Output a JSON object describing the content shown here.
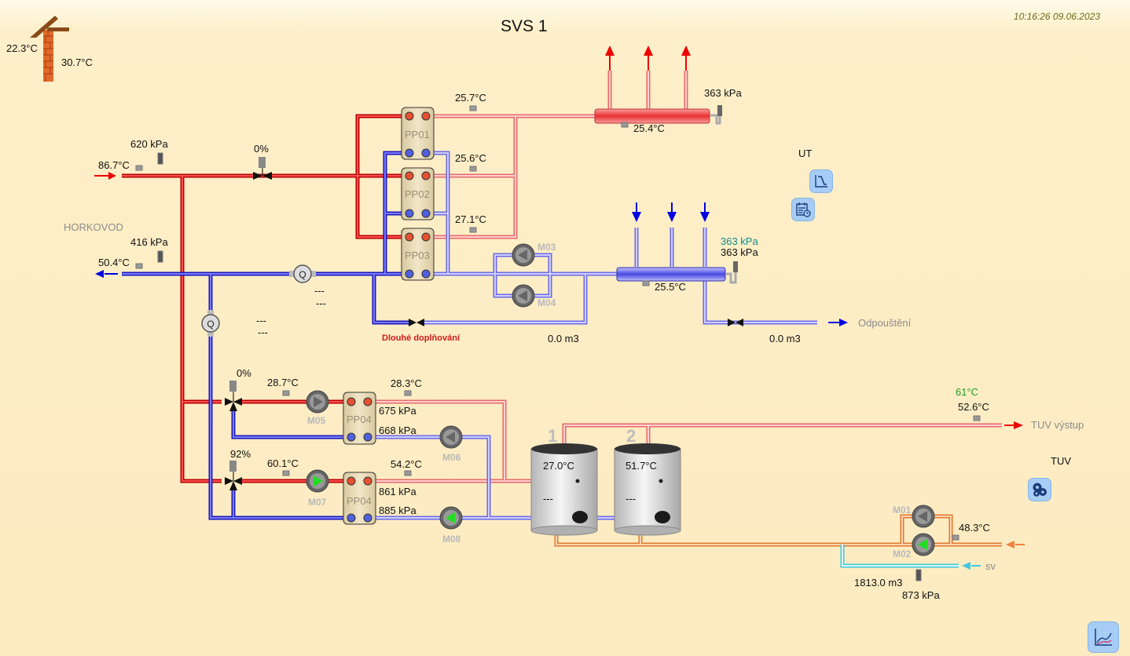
{
  "header": {
    "title": "SVS 1",
    "datetime": "10:16:26 09.06.2023"
  },
  "outdoor": {
    "temp_outside": "22.3°C",
    "temp_chimney": "30.7°C"
  },
  "hot_water_supply": {
    "label": "HORKOVOD",
    "supply_temp": "86.7°C",
    "supply_pressure": "620 kPa",
    "valve_position": "0%",
    "return_temp": "50.4°C",
    "return_pressure": "416 kPa",
    "flow_meter_1_line1": "---",
    "flow_meter_1_line2": "---",
    "flow_meter_2_line1": "---",
    "flow_meter_2_line2": "---"
  },
  "heating": {
    "label": "UT",
    "exchangers": [
      "PP01",
      "PP02",
      "PP03"
    ],
    "pp01_temp": "25.7°C",
    "pp02_temp": "25.6°C",
    "pp03_temp": "27.1°C",
    "supply_header_temp": "25.4°C",
    "supply_header_pressure": "363 kPa",
    "return_header_temp": "25.5°C",
    "return_header_setpoint": "363 kPa",
    "return_header_pressure": "363 kPa",
    "pumps": [
      "M03",
      "M04"
    ],
    "long_refill_label": "Dlouhé doplňování",
    "refill_volume": "0.0 m3",
    "drain_label": "Odpouštění",
    "drain_volume": "0.0 m3"
  },
  "dhw": {
    "label": "TUV",
    "exchanger_1": {
      "name": "PP04",
      "valve": "0%",
      "primary_temp": "28.7°C",
      "secondary_temp": "28.3°C",
      "pressure_out": "675 kPa",
      "pressure_in": "668 kPa",
      "pump_primary": "M05",
      "pump_secondary": "M06"
    },
    "exchanger_2": {
      "name": "PP04",
      "valve": "92%",
      "primary_temp": "60.1°C",
      "secondary_temp": "54.2°C",
      "pressure_out": "861 kPa",
      "pressure_in": "885 kPa",
      "pump_primary": "M07",
      "pump_secondary": "M08"
    },
    "tank_1": {
      "number": "1",
      "temp_top": "27.0°C",
      "temp_bottom": "---"
    },
    "tank_2": {
      "number": "2",
      "temp_top": "51.7°C",
      "temp_bottom": "---"
    },
    "output_setpoint": "61°C",
    "output_temp": "52.6°C",
    "output_label": "TUV výstup",
    "circulation_temp": "48.3°C",
    "circulation_pumps": [
      "M01",
      "M02"
    ],
    "cold_water_label": "sv",
    "cold_water_volume": "1813.0 m3",
    "cold_water_pressure": "873 kPa"
  },
  "colors": {
    "hot": "#e8100f",
    "cold": "#2323e6",
    "hot_light": "#f59a9a",
    "cold_light": "#9a9af5",
    "dhw_circ": "#f0a060",
    "cold_water": "#7fe0f0",
    "button": "#a7cdf6"
  },
  "icons": {
    "heating_curve": "heating-curve-icon",
    "schedule": "schedule-icon",
    "dhw_settings": "gears-icon",
    "trends": "chart-icon"
  }
}
